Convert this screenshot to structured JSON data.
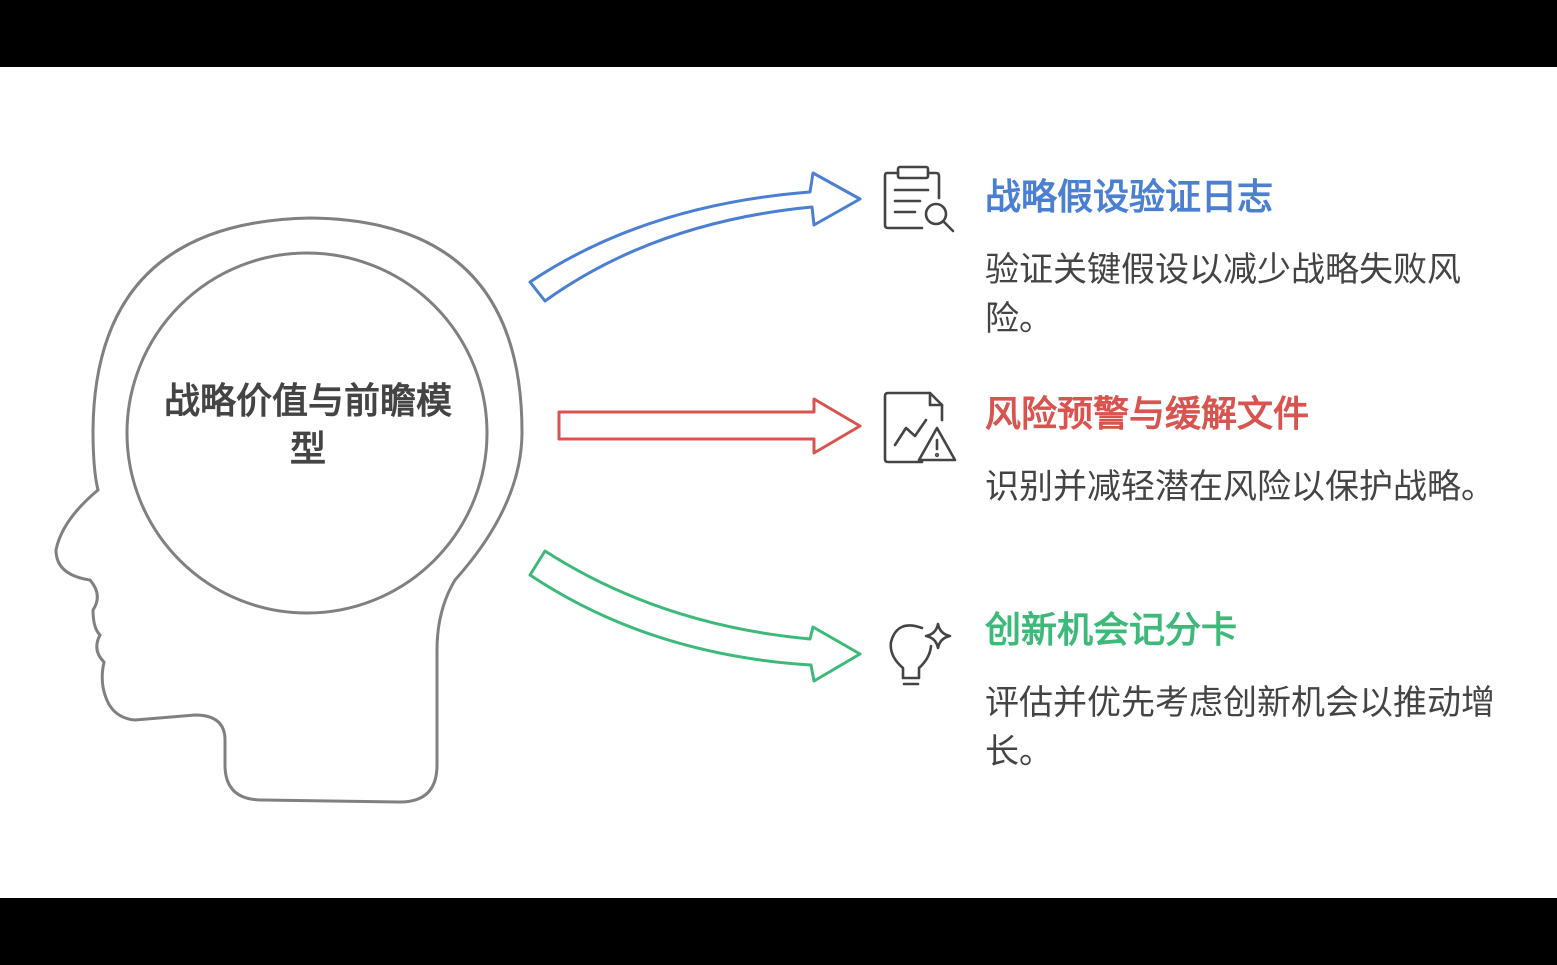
{
  "center": {
    "label": "战略价值与前瞻模型"
  },
  "items": [
    {
      "title": "战略假设验证日志",
      "description": "验证关键假设以减少战略失败风险。",
      "icon": "clipboard-search-icon",
      "color": "#4b7fd1"
    },
    {
      "title": "风险预警与缓解文件",
      "description": "识别并减轻潜在风险以保护战略。",
      "icon": "chart-warning-icon",
      "color": "#d9534f"
    },
    {
      "title": "创新机会记分卡",
      "description": "评估并优先考虑创新机会以推动增长。",
      "icon": "lightbulb-sparkle-icon",
      "color": "#3dba7a"
    }
  ]
}
